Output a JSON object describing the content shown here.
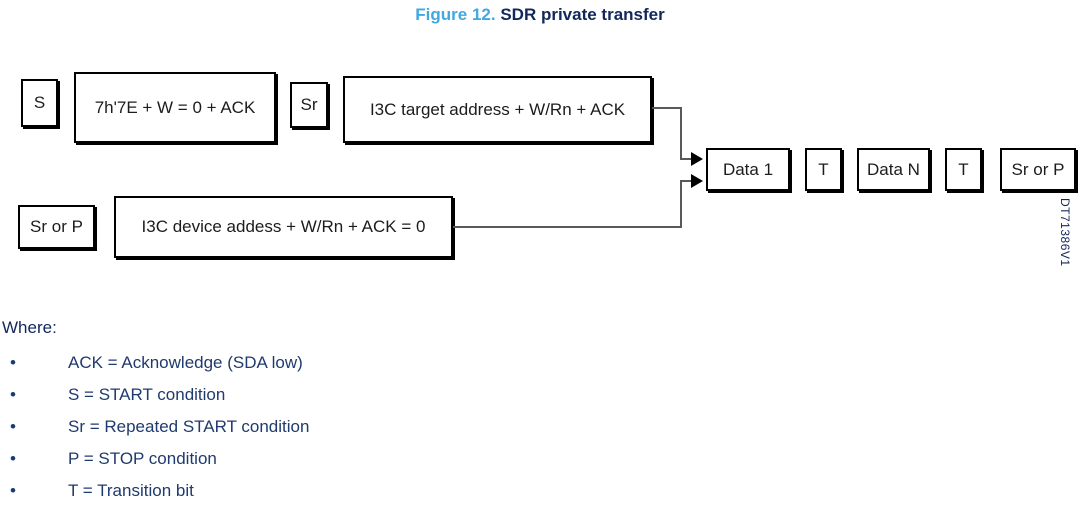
{
  "title": {
    "figure_label": "Figure 12.",
    "figure_name": "SDR private transfer"
  },
  "diagram": {
    "doc_code": "DT71386V1",
    "boxes": [
      {
        "id": "start",
        "label": "S"
      },
      {
        "id": "broadcast-addr",
        "label": "7h'7E + W = 0 + ACK"
      },
      {
        "id": "repeated-start",
        "label": "Sr"
      },
      {
        "id": "target-addr",
        "label": "I3C target address + W/Rn + ACK"
      },
      {
        "id": "sr-or-p-left",
        "label": "Sr or P"
      },
      {
        "id": "device-addr",
        "label": "I3C device addess + W/Rn + ACK = 0"
      },
      {
        "id": "data-1",
        "label": "Data 1"
      },
      {
        "id": "t-1",
        "label": "T"
      },
      {
        "id": "data-n",
        "label": "Data N"
      },
      {
        "id": "t-2",
        "label": "T"
      },
      {
        "id": "sr-or-p-right",
        "label": "Sr or P"
      }
    ]
  },
  "legend": {
    "heading": "Where:",
    "bullet_glyph": "•",
    "items": [
      {
        "text": "ACK = Acknowledge (SDA low)"
      },
      {
        "text": "S = START condition"
      },
      {
        "text": "Sr = Repeated START condition"
      },
      {
        "text": "P = STOP condition"
      },
      {
        "text": "T = Transition bit"
      }
    ]
  },
  "colors": {
    "figure_label": "#3fa9e0",
    "figure_name": "#12275b",
    "legend_text": "#1f3a6e",
    "box_border": "#000000",
    "wire": "#58595b"
  }
}
